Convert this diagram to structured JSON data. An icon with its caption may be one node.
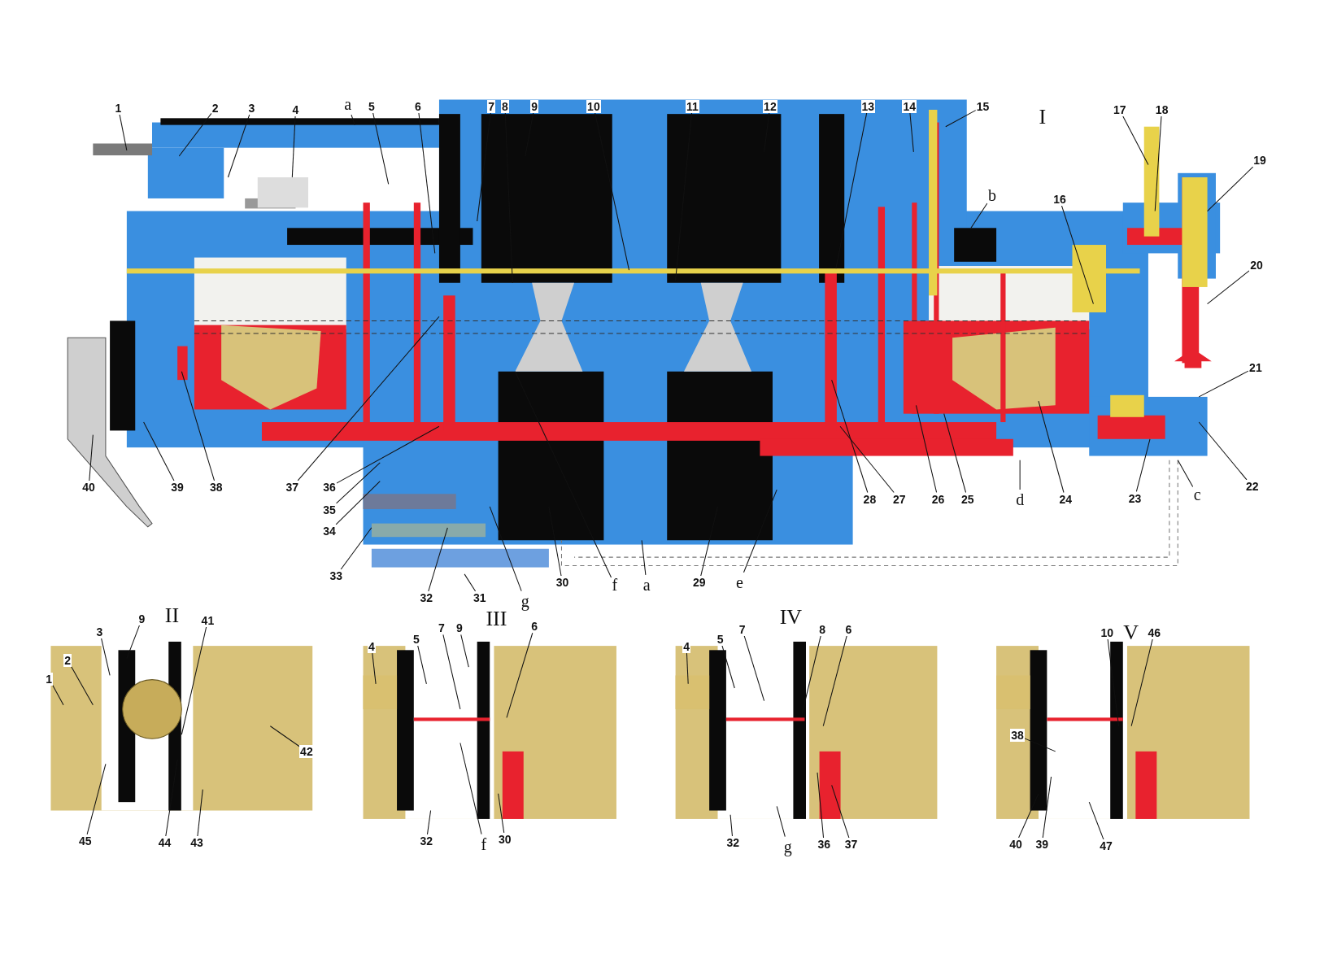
{
  "diagram": {
    "nodes": [
      {
        "text": [
          "1"
        ]
      },
      {
        "text": [
          "2"
        ]
      },
      {
        "text": [
          "3"
        ]
      },
      {
        "text": [
          "4"
        ]
      },
      {
        "text": [
          "a"
        ]
      },
      {
        "text": [
          "5"
        ]
      },
      {
        "text": [
          "6"
        ]
      },
      {
        "text": [
          "7"
        ]
      },
      {
        "text": [
          "8"
        ]
      },
      {
        "text": [
          "9"
        ]
      },
      {
        "text": [
          "10"
        ]
      },
      {
        "text": [
          "11"
        ]
      },
      {
        "text": [
          "12"
        ]
      },
      {
        "text": [
          "13"
        ]
      },
      {
        "text": [
          "14"
        ]
      },
      {
        "text": [
          "15"
        ]
      },
      {
        "text": [
          "17"
        ]
      },
      {
        "text": [
          "18"
        ]
      },
      {
        "text": [
          "19"
        ]
      },
      {
        "text": [
          "b"
        ]
      },
      {
        "text": [
          "16"
        ]
      },
      {
        "text": [
          "20"
        ]
      },
      {
        "text": [
          "21"
        ]
      },
      {
        "text": [
          "22"
        ]
      },
      {
        "text": [
          "c"
        ]
      },
      {
        "text": [
          "23"
        ]
      },
      {
        "text": [
          "d"
        ]
      },
      {
        "text": [
          "24"
        ]
      },
      {
        "text": [
          "25"
        ]
      },
      {
        "text": [
          "26"
        ]
      },
      {
        "text": [
          "27"
        ]
      },
      {
        "text": [
          "28"
        ]
      },
      {
        "text": [
          "40"
        ]
      },
      {
        "text": [
          "39"
        ]
      },
      {
        "text": [
          "38"
        ]
      },
      {
        "text": [
          "37"
        ]
      },
      {
        "text": [
          "36"
        ]
      },
      {
        "text": [
          "35"
        ]
      },
      {
        "text": [
          "34"
        ]
      },
      {
        "text": [
          "33"
        ]
      },
      {
        "text": [
          "32"
        ]
      },
      {
        "text": [
          "31"
        ]
      },
      {
        "text": [
          "g"
        ]
      },
      {
        "text": [
          "30"
        ]
      },
      {
        "text": [
          "f"
        ]
      },
      {
        "text": [
          "a"
        ]
      },
      {
        "text": [
          "29"
        ]
      },
      {
        "text": [
          "e"
        ]
      },
      {
        "text": [
          "9"
        ]
      },
      {
        "text": [
          "41"
        ]
      },
      {
        "text": [
          "3"
        ]
      },
      {
        "text": [
          "2"
        ]
      },
      {
        "text": [
          "1"
        ]
      },
      {
        "text": [
          "42"
        ]
      },
      {
        "text": [
          "45"
        ]
      },
      {
        "text": [
          "44"
        ]
      },
      {
        "text": [
          "43"
        ]
      },
      {
        "text": [
          "4"
        ]
      },
      {
        "text": [
          "5"
        ]
      },
      {
        "text": [
          "7"
        ]
      },
      {
        "text": [
          "9"
        ]
      },
      {
        "text": [
          "6"
        ]
      },
      {
        "text": [
          "32"
        ]
      },
      {
        "text": [
          "f"
        ]
      },
      {
        "text": [
          "30"
        ]
      },
      {
        "text": [
          "4"
        ]
      },
      {
        "text": [
          "5"
        ]
      },
      {
        "text": [
          "7"
        ]
      },
      {
        "text": [
          "8"
        ]
      },
      {
        "text": [
          "6"
        ]
      },
      {
        "text": [
          "32"
        ]
      },
      {
        "text": [
          "g"
        ]
      },
      {
        "text": [
          "36"
        ]
      },
      {
        "text": [
          "37"
        ]
      },
      {
        "text": [
          "10"
        ]
      },
      {
        "text": [
          "46"
        ]
      },
      {
        "text": [
          "38"
        ]
      },
      {
        "text": [
          "40"
        ]
      },
      {
        "text": [
          "39"
        ]
      },
      {
        "text": [
          "47"
        ]
      }
    ],
    "edges": [
      {
        "from": 0,
        "to": null,
        "arrow": "none"
      },
      {
        "from": 1,
        "to": null,
        "arrow": "none"
      },
      {
        "from": 2,
        "to": null,
        "arrow": "none"
      },
      {
        "from": 3,
        "to": null,
        "arrow": "none"
      },
      {
        "from": 4,
        "to": null,
        "arrow": "none"
      },
      {
        "from": 5,
        "to": null,
        "arrow": "none"
      },
      {
        "from": 6,
        "to": null,
        "arrow": "none"
      },
      {
        "from": 7,
        "to": null,
        "arrow": "none"
      },
      {
        "from": 8,
        "to": null,
        "arrow": "none"
      },
      {
        "from": 9,
        "to": null,
        "arrow": "none"
      },
      {
        "from": 10,
        "to": null,
        "arrow": "none"
      },
      {
        "from": 11,
        "to": null,
        "arrow": "none"
      },
      {
        "from": 12,
        "to": null,
        "arrow": "none"
      },
      {
        "from": 13,
        "to": null,
        "arrow": "none"
      },
      {
        "from": 14,
        "to": null,
        "arrow": "none"
      },
      {
        "from": 15,
        "to": null,
        "arrow": "none"
      },
      {
        "from": 16,
        "to": null,
        "arrow": "none"
      },
      {
        "from": 17,
        "to": null,
        "arrow": "none"
      },
      {
        "from": 18,
        "to": null,
        "arrow": "none"
      },
      {
        "from": 19,
        "to": null,
        "arrow": "none"
      },
      {
        "from": 20,
        "to": null,
        "arrow": "none"
      },
      {
        "from": 21,
        "to": null,
        "arrow": "none"
      },
      {
        "from": 22,
        "to": null,
        "arrow": "none"
      },
      {
        "from": 23,
        "to": null,
        "arrow": "none"
      },
      {
        "from": 24,
        "to": null,
        "arrow": "none"
      },
      {
        "from": 25,
        "to": null,
        "arrow": "none"
      },
      {
        "from": 26,
        "to": null,
        "arrow": "none"
      },
      {
        "from": 27,
        "to": null,
        "arrow": "none"
      },
      {
        "from": 28,
        "to": null,
        "arrow": "none"
      },
      {
        "from": 29,
        "to": null,
        "arrow": "none"
      },
      {
        "from": 30,
        "to": null,
        "arrow": "none"
      },
      {
        "from": 31,
        "to": null,
        "arrow": "none"
      },
      {
        "from": 32,
        "to": null,
        "arrow": "none"
      },
      {
        "from": 33,
        "to": null,
        "arrow": "none"
      },
      {
        "from": 34,
        "to": null,
        "arrow": "none"
      },
      {
        "from": 35,
        "to": null,
        "arrow": "none"
      },
      {
        "from": 36,
        "to": null,
        "arrow": "none"
      },
      {
        "from": 37,
        "to": null,
        "arrow": "none"
      },
      {
        "from": 38,
        "to": null,
        "arrow": "none"
      },
      {
        "from": 39,
        "to": null,
        "arrow": "none"
      },
      {
        "from": 40,
        "to": null,
        "arrow": "none"
      },
      {
        "from": 41,
        "to": null,
        "arrow": "none"
      },
      {
        "from": 42,
        "to": null,
        "arrow": "none"
      },
      {
        "from": 43,
        "to": null,
        "arrow": "none"
      },
      {
        "from": 44,
        "to": null,
        "arrow": "none"
      },
      {
        "from": 45,
        "to": null,
        "arrow": "none"
      },
      {
        "from": 46,
        "to": null,
        "arrow": "none"
      },
      {
        "from": 47,
        "to": null,
        "arrow": "none"
      },
      {
        "from": 48,
        "to": null,
        "arrow": "none"
      },
      {
        "from": 49,
        "to": null,
        "arrow": "none"
      },
      {
        "from": 50,
        "to": null,
        "arrow": "none"
      },
      {
        "from": 51,
        "to": null,
        "arrow": "none"
      },
      {
        "from": 52,
        "to": null,
        "arrow": "none"
      },
      {
        "from": 53,
        "to": null,
        "arrow": "none"
      },
      {
        "from": 54,
        "to": null,
        "arrow": "none"
      },
      {
        "from": 55,
        "to": null,
        "arrow": "none"
      },
      {
        "from": 56,
        "to": null,
        "arrow": "none"
      },
      {
        "from": 57,
        "to": null,
        "arrow": "none"
      },
      {
        "from": 58,
        "to": null,
        "arrow": "none"
      },
      {
        "from": 59,
        "to": null,
        "arrow": "none"
      },
      {
        "from": 60,
        "to": null,
        "arrow": "none"
      },
      {
        "from": 61,
        "to": null,
        "arrow": "none"
      },
      {
        "from": 62,
        "to": null,
        "arrow": "none"
      },
      {
        "from": 63,
        "to": null,
        "arrow": "none"
      },
      {
        "from": 64,
        "to": null,
        "arrow": "none"
      },
      {
        "from": 65,
        "to": null,
        "arrow": "none"
      },
      {
        "from": 66,
        "to": null,
        "arrow": "none"
      },
      {
        "from": 67,
        "to": null,
        "arrow": "none"
      },
      {
        "from": 68,
        "to": null,
        "arrow": "none"
      },
      {
        "from": 69,
        "to": null,
        "arrow": "none"
      },
      {
        "from": 70,
        "to": null,
        "arrow": "none"
      },
      {
        "from": 71,
        "to": null,
        "arrow": "none"
      },
      {
        "from": 72,
        "to": null,
        "arrow": "none"
      },
      {
        "from": 73,
        "to": null,
        "arrow": "none"
      },
      {
        "from": 74,
        "to": null,
        "arrow": "none"
      },
      {
        "from": 75,
        "to": null,
        "arrow": "none"
      },
      {
        "from": 76,
        "to": null,
        "arrow": "none"
      },
      {
        "from": 77,
        "to": null,
        "arrow": "none"
      },
      {
        "from": 78,
        "to": null,
        "arrow": "none"
      },
      {
        "from": 79,
        "to": null,
        "arrow": "none"
      }
    ],
    "labels": [
      "I",
      "II",
      "III",
      "IV",
      "V"
    ]
  }
}
